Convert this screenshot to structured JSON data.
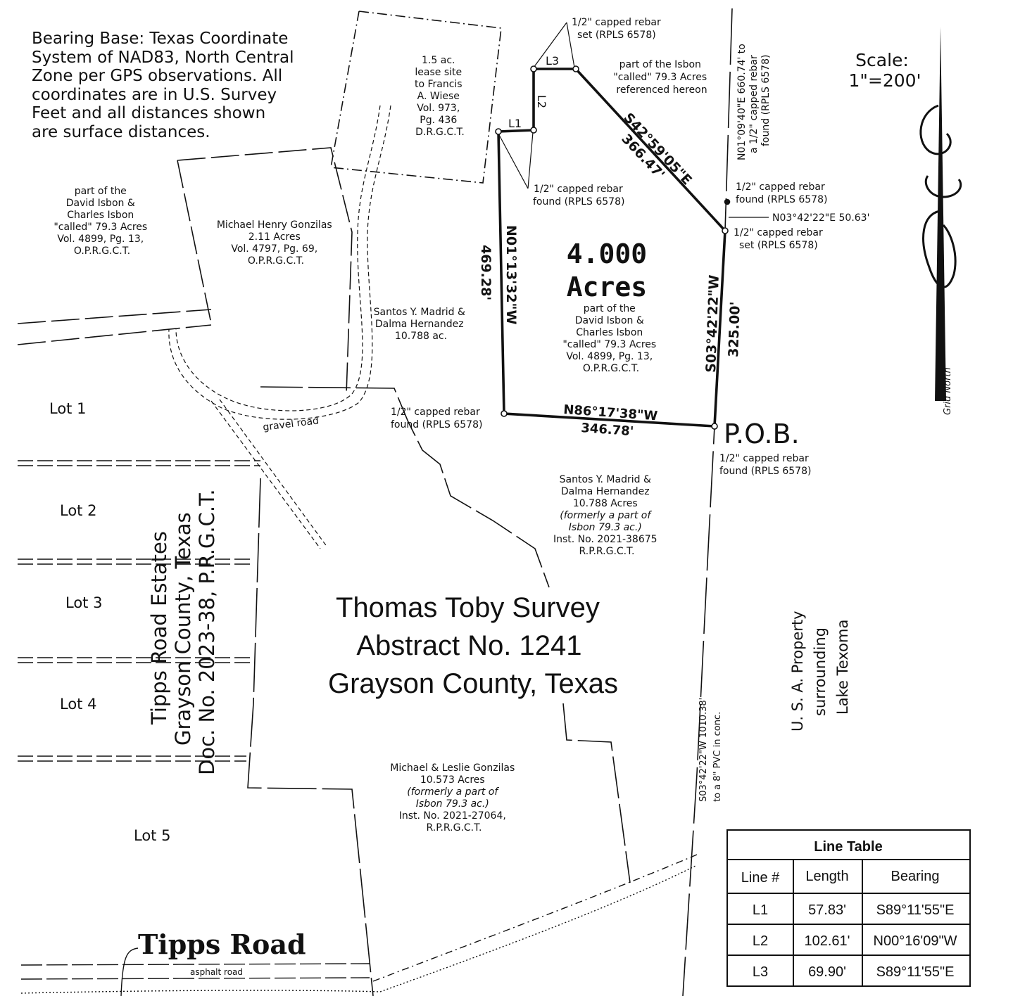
{
  "bearing_note": [
    "Bearing Base: Texas Coordinate",
    "System of NAD83, North Central",
    "Zone per GPS observations. All",
    "coordinates are in U.S. Survey",
    "Feet and all distances shown",
    "are surface distances."
  ],
  "scale": {
    "label": "Scale:",
    "value": "1\"=200'"
  },
  "north_label": "Grid North",
  "lease_site": [
    "1.5 ac.",
    "lease site",
    "to Francis",
    "A. Wiese",
    "Vol. 973,",
    "Pg. 436",
    "D.R.G.C.T."
  ],
  "isbon_left": [
    "part of the",
    "David Isbon &",
    "Charles Isbon",
    "\"called\" 79.3 Acres",
    "Vol. 4899, Pg. 13,",
    "O.P.R.G.C.T."
  ],
  "gonzilas_parcel": [
    "Michael Henry Gonzilas",
    "2.11 Acres",
    "Vol. 4797, Pg. 69,",
    "O.P.R.G.C.T."
  ],
  "madrid_upper": [
    "Santos Y. Madrid &",
    "Dalma Hernandez",
    "10.788 ac."
  ],
  "isbon_referenced": [
    "part of the Isbon",
    "\"called\" 79.3 Acres",
    "referenced hereon"
  ],
  "rebar": {
    "top_set": [
      "1/2\" capped rebar",
      "set (RPLS 6578)"
    ],
    "l1_found": [
      "1/2\" capped rebar",
      "found (RPLS 6578)"
    ],
    "east_found": [
      "1/2\" capped rebar",
      "found (RPLS 6578)"
    ],
    "east_set": [
      "1/2\" capped rebar",
      "set (RPLS 6578)"
    ],
    "sw_found": [
      "1/2\" capped rebar",
      "found (RPLS 6578)"
    ],
    "pob_found": [
      "1/2\" capped rebar",
      "found (RPLS 6578)"
    ]
  },
  "east_bearing_note": "N03°42'22\"E 50.63'",
  "vertical_note_top": [
    "N01°09'40\"E 660.74' to",
    "a 1/2\" capped rebar",
    "found (RPLS 6578)"
  ],
  "tract": {
    "area_value": "4.000",
    "area_unit": "Acres",
    "description": [
      "part of the",
      "David Isbon &",
      "Charles Isbon",
      "\"called\" 79.3 Acres",
      "Vol. 4899, Pg. 13,",
      "O.P.R.G.C.T."
    ],
    "west_bearing": "N01°13'32\"W",
    "west_distance": "469.28'",
    "ne_bearing": "S42°59'05\"E",
    "ne_distance": "366.47'",
    "east_bearing": "S03°42'22\"W",
    "east_distance": "325.00'",
    "south_bearing": "N86°17'38\"W",
    "south_distance": "346.78'",
    "pob": "P.O.B."
  },
  "line_labels": {
    "l1": "L1",
    "l2": "L2",
    "l3": "L3"
  },
  "madrid_lower": [
    "Santos Y. Madrid &",
    "Dalma Hernandez",
    "10.788 Acres",
    "(formerly a part of",
    "Isbon 79.3 ac.)",
    "Inst. No. 2021-38675",
    "R.P.R.G.C.T."
  ],
  "gravel_road": "gravel road",
  "lots": [
    "Lot 1",
    "Lot 2",
    "Lot 3",
    "Lot 4",
    "Lot 5"
  ],
  "subdivision": [
    "Tipps Road Estates",
    "Grayson County, Texas",
    "Doc. No. 2023-38, P.R.G.C.T."
  ],
  "survey_title": [
    "Thomas Toby Survey",
    "Abstract No. 1241",
    "Grayson County, Texas"
  ],
  "gonzilas_lower": [
    "Michael & Leslie Gonzilas",
    "10.573 Acres",
    "(formerly a part of",
    "Isbon 79.3 ac.)",
    "Inst. No. 2021-27064,",
    "R.P.R.G.C.T."
  ],
  "vertical_note_bottom": [
    "S03°42'22\"W 1010.38'",
    "to a 8\" PVC in conc."
  ],
  "usa_property": [
    "U. S. A. Property",
    "surrounding",
    "Lake Texoma"
  ],
  "road": {
    "name": "Tipps Road",
    "surface": "asphalt road"
  },
  "line_table": {
    "title": "Line Table",
    "headers": [
      "Line #",
      "Length",
      "Bearing"
    ],
    "rows": [
      [
        "L1",
        "57.83'",
        "S89°11'55\"E"
      ],
      [
        "L2",
        "102.61'",
        "N00°16'09\"W"
      ],
      [
        "L3",
        "69.90'",
        "S89°11'55\"E"
      ]
    ]
  }
}
